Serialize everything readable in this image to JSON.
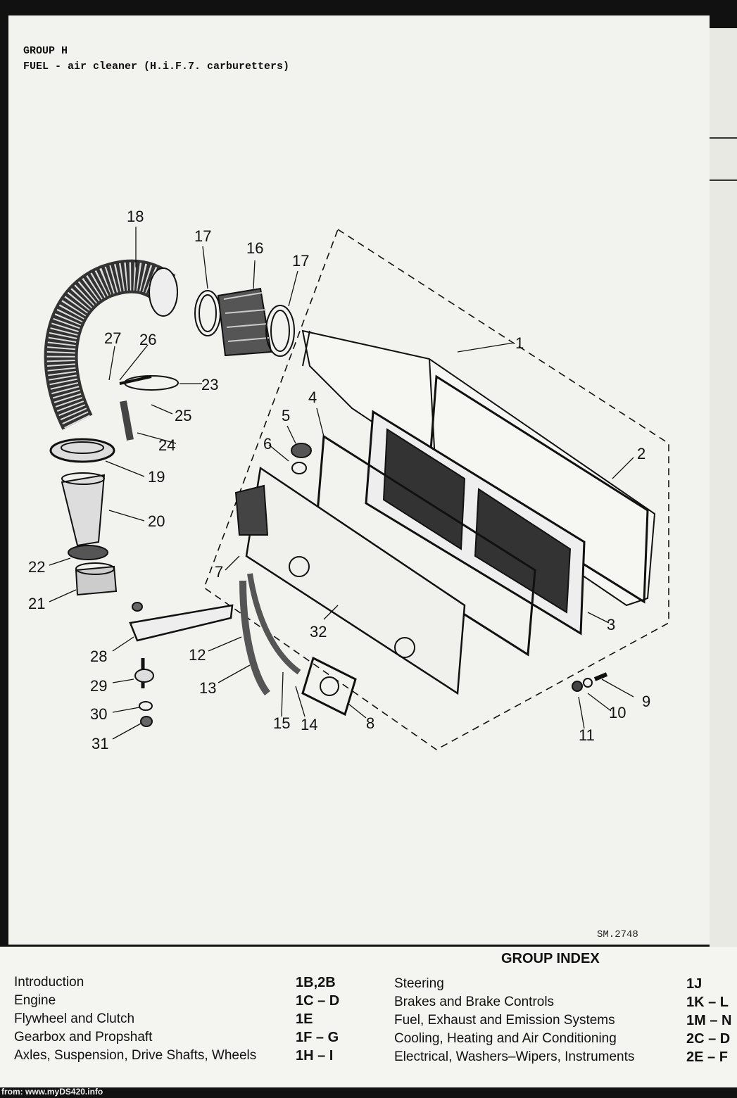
{
  "header": {
    "group": "GROUP H",
    "title": "FUEL - air cleaner (H.i.F.7. carburetters)"
  },
  "figure_ref": "SM.2748",
  "callouts": [
    "1",
    "2",
    "3",
    "4",
    "5",
    "6",
    "7",
    "8",
    "9",
    "10",
    "11",
    "12",
    "13",
    "14",
    "15",
    "16",
    "17",
    "17",
    "18",
    "19",
    "20",
    "21",
    "22",
    "23",
    "24",
    "25",
    "26",
    "27",
    "28",
    "29",
    "30",
    "31",
    "32"
  ],
  "group_index": {
    "title": "GROUP INDEX",
    "left": [
      {
        "label": "Introduction",
        "code": "1B,2B"
      },
      {
        "label": "Engine",
        "code": "1C – D"
      },
      {
        "label": "Flywheel and Clutch",
        "code": "1E"
      },
      {
        "label": "Gearbox and Propshaft",
        "code": "1F – G"
      },
      {
        "label": "Axles, Suspension, Drive Shafts, Wheels",
        "code": "1H – I"
      }
    ],
    "right": [
      {
        "label": "Steering",
        "code": "1J"
      },
      {
        "label": "Brakes and Brake Controls",
        "code": "1K – L"
      },
      {
        "label": "Fuel, Exhaust and Emission Systems",
        "code": "1M – N"
      },
      {
        "label": "Cooling, Heating and Air Conditioning",
        "code": "2C – D"
      },
      {
        "label": "Electrical, Washers–Wipers, Instruments",
        "code": "2E – F"
      }
    ]
  },
  "footer": "from: www.myDS420.info"
}
